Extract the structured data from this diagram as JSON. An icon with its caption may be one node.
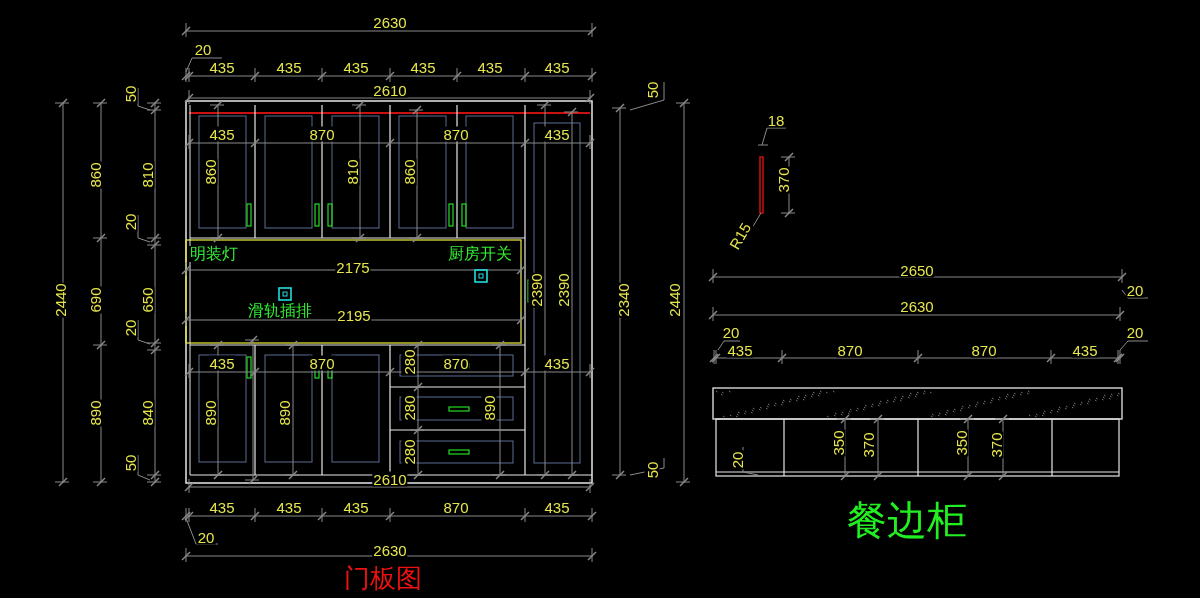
{
  "diagram": {
    "labels": [
      "2630",
      "20",
      "435",
      "435",
      "435",
      "435",
      "435",
      "435",
      "2610",
      "50",
      "50",
      "18",
      "435",
      "870",
      "870",
      "435",
      "860",
      "810",
      "860",
      "810",
      "860",
      "370",
      "20",
      "R15",
      "明装灯",
      "厨房开关",
      "2175",
      "2650",
      "20",
      "2440",
      "690",
      "650",
      "2390",
      "2390",
      "2340",
      "2440",
      "2630",
      "滑轨插排",
      "2195",
      "20",
      "20",
      "20",
      "435",
      "870",
      "870",
      "435",
      "435",
      "870",
      "280",
      "870",
      "435",
      "890",
      "840",
      "890",
      "890",
      "280",
      "890",
      "50",
      "280",
      "50",
      "20",
      "350",
      "370",
      "350",
      "370",
      "2610",
      "435",
      "435",
      "435",
      "870",
      "435",
      "20",
      "2630",
      "餐边柜",
      "门板图"
    ]
  }
}
